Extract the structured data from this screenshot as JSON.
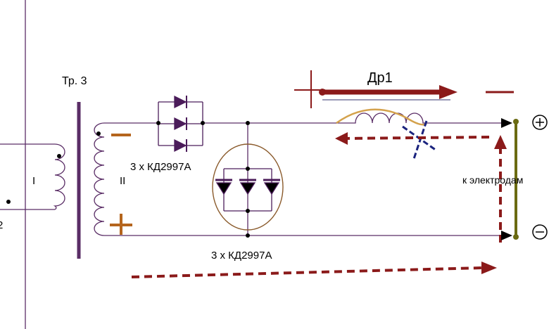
{
  "diagram": {
    "transformer_label": "Тр. 3",
    "primary_winding_label": "I",
    "secondary_winding_label": "II",
    "left_terminal_label": "2",
    "diode_group_top_label": "3 х КД2997А",
    "diode_group_bottom_label": "3 х КД2997А",
    "choke_label": "Др1",
    "output_label": "к электродам",
    "plus_symbol": "+",
    "minus_symbol": "−"
  },
  "colors": {
    "wire": "#5a2d66",
    "core": "#5a2d66",
    "diode": "#4b1c5a",
    "polarity_marks": "#b5651d",
    "red_arrows": "#8b1a1a",
    "choke_highlight": "#d4a24c",
    "cross": "#1a237e",
    "electrode_bar": "#6b6b12",
    "ellipse": "#8a5a2b"
  }
}
